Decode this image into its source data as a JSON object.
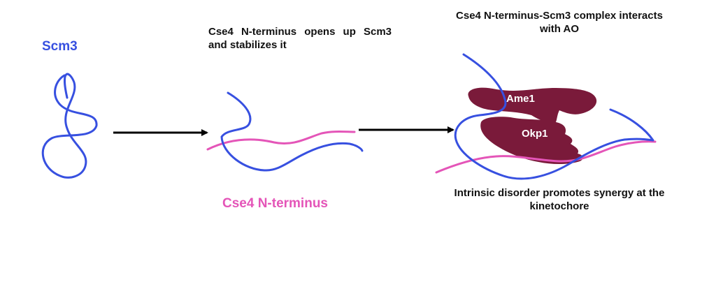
{
  "labels": {
    "scm3": "Scm3",
    "cse4_n_terminus": "Cse4 N-terminus",
    "ame1": "Ame1",
    "okp1": "Okp1"
  },
  "captions": {
    "step1": "Cse4 N-terminus opens up Scm3 and stabilizes it",
    "step2": "Cse4 N-terminus-Scm3 complex interacts with AO",
    "step3": "Intrinsic disorder promotes synergy at the kinetochore"
  },
  "colors": {
    "scm3": "#3750e0",
    "cse4": "#e455b8",
    "ao_complex": "#7a1a3a",
    "arrow": "#000000",
    "text": "#111111"
  }
}
